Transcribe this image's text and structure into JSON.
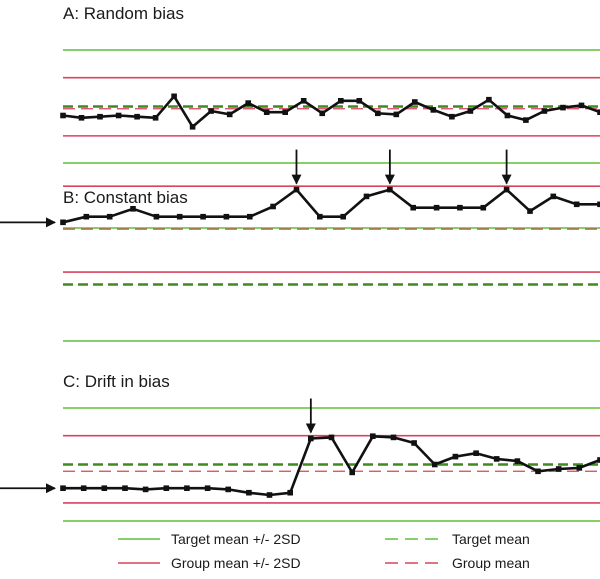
{
  "colors": {
    "target": "#5fbf3a",
    "target_mean": "#3f8a1f",
    "group": "#d9435e",
    "group_mean": "#d9435e",
    "series": "#111111",
    "arrow": "#111111"
  },
  "legend": {
    "target_sd": "Target mean +/- 2SD",
    "target_mean": "Target mean",
    "group_sd": "Group mean +/- 2SD",
    "group_mean": "Group mean"
  },
  "chart_data": [
    {
      "type": "line",
      "title": "A: Random bias",
      "ylim": [
        0,
        100
      ],
      "target_mean": 50,
      "target_sd_bounds": [
        0,
        100
      ],
      "group_mean": 48,
      "group_sd_bounds": [
        75.5,
        24
      ],
      "series": [
        {
          "values": [
            42,
            40,
            41,
            42,
            41,
            40,
            59,
            32,
            46,
            43,
            53,
            45,
            45,
            55,
            44,
            55,
            55,
            44,
            43,
            54,
            47,
            41,
            46,
            56,
            42,
            38,
            46,
            49,
            51,
            45
          ]
        }
      ],
      "arrows_above_points": [],
      "side_arrow": false
    },
    {
      "type": "line",
      "title": "B: Constant bias",
      "ylim": [
        0,
        100
      ],
      "target_mean": 50,
      "target_sd_bounds": [
        0,
        100
      ],
      "group_mean": 99,
      "group_sd_bounds": [
        137,
        61
      ],
      "series": [
        {
          "values": [
            105,
            110,
            110,
            117,
            110,
            110,
            110,
            110,
            110,
            119,
            134,
            110,
            110,
            128,
            134,
            118,
            118,
            118,
            118,
            134,
            115,
            128,
            121,
            121
          ]
        }
      ],
      "arrows_above_points": [
        10,
        14,
        19
      ],
      "side_arrow": true
    },
    {
      "type": "line",
      "title": "C: Drift in bias",
      "ylim": [
        0,
        100
      ],
      "target_mean": 50,
      "target_sd_bounds": [
        0,
        100
      ],
      "group_mean": 44,
      "group_sd_bounds": [
        75.5,
        16
      ],
      "series": [
        {
          "values": [
            29,
            29,
            29,
            29,
            28,
            29,
            29,
            29,
            28,
            25,
            23,
            25,
            73,
            74,
            43,
            75,
            74,
            69,
            50,
            57,
            60,
            55,
            53,
            44,
            46,
            47,
            54
          ]
        }
      ],
      "arrows_above_points": [
        12
      ],
      "side_arrow": true
    }
  ]
}
